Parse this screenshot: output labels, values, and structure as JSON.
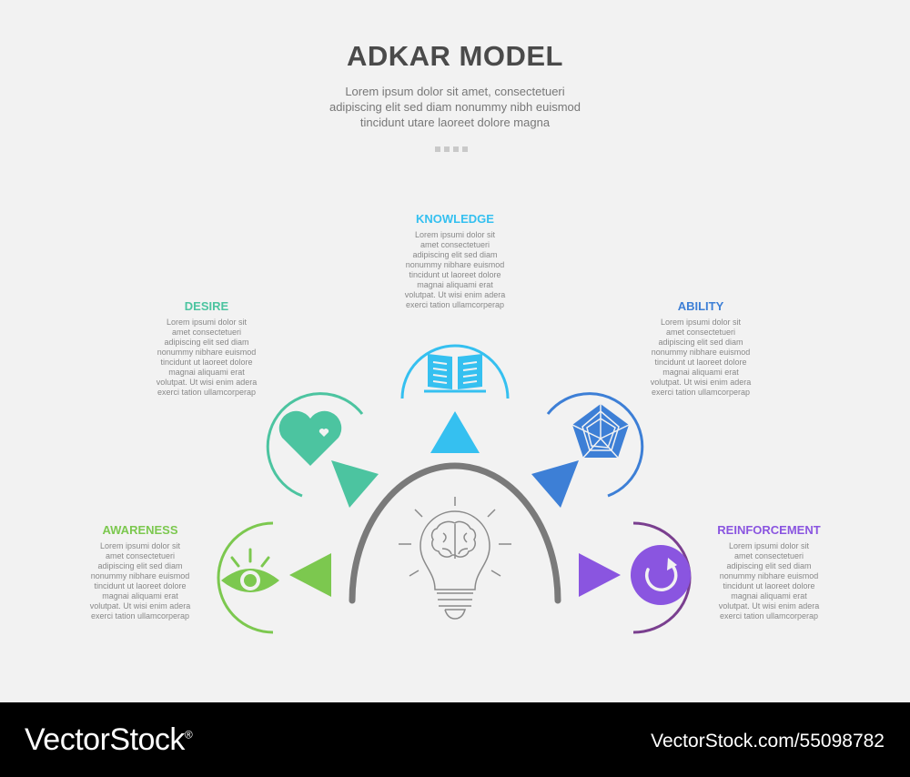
{
  "header": {
    "title": "ADKAR MODEL",
    "subtitle_lines": [
      "Lorem ipsum dolor sit amet, consectetueri",
      "adipiscing elit sed diam nonummy nibh euismod",
      "tincidunt utare laoreet dolore magna"
    ]
  },
  "stages": [
    {
      "label": "AWARENESS",
      "color": "#7cc84f",
      "icon": "eye-icon",
      "desc": [
        "Lorem ipsumi dolor sit",
        "amet consectetueri",
        "adipiscing elit sed diam",
        "nonummy nibhare euismod",
        "tincidunt ut laoreet dolore",
        "magnai aliquami erat",
        "volutpat. Ut wisi enim adera",
        "exerci tation ullamcorperap"
      ]
    },
    {
      "label": "DESIRE",
      "color": "#4cc4a0",
      "icon": "heart-icon",
      "desc": [
        "Lorem ipsumi dolor sit",
        "amet consectetueri",
        "adipiscing elit sed diam",
        "nonummy nibhare euismod",
        "tincidunt ut laoreet dolore",
        "magnai aliquami erat",
        "volutpat. Ut wisi enim adera",
        "exerci tation ullamcorperap"
      ]
    },
    {
      "label": "KNOWLEDGE",
      "color": "#35c0f0",
      "icon": "book-icon",
      "desc": [
        "Lorem ipsumi dolor sit",
        "amet consectetueri",
        "adipiscing elit sed diam",
        "nonummy nibhare euismod",
        "tincidunt ut laoreet dolore",
        "magnai aliquami erat",
        "volutpat. Ut wisi enim adera",
        "exerci tation ullamcorperap"
      ]
    },
    {
      "label": "ABILITY",
      "color": "#3d7fd6",
      "icon": "radar-icon",
      "desc": [
        "Lorem ipsumi dolor sit",
        "amet consectetueri",
        "adipiscing elit sed diam",
        "nonummy nibhare euismod",
        "tincidunt ut laoreet dolore",
        "magnai aliquami erat",
        "volutpat. Ut wisi enim adera",
        "exerci tation ullamcorperap"
      ]
    },
    {
      "label": "REINFORCEMENT",
      "color": "#8a55e0",
      "icon": "refresh-icon",
      "desc": [
        "Lorem ipsumi dolor sit",
        "amet consectetueri",
        "adipiscing elit sed diam",
        "nonummy nibhare euismod",
        "tincidunt ut laoreet dolore",
        "magnai aliquami erat",
        "volutpat. Ut wisi enim adera",
        "exerci tation ullamcorperap"
      ]
    }
  ],
  "center": {
    "icon": "lightbulb-brain-icon",
    "arc_color": "#7a7a7a"
  },
  "footer": {
    "brand": "VectorStock",
    "brand_mark": "®",
    "stock_id": "VectorStock.com/55098782"
  }
}
